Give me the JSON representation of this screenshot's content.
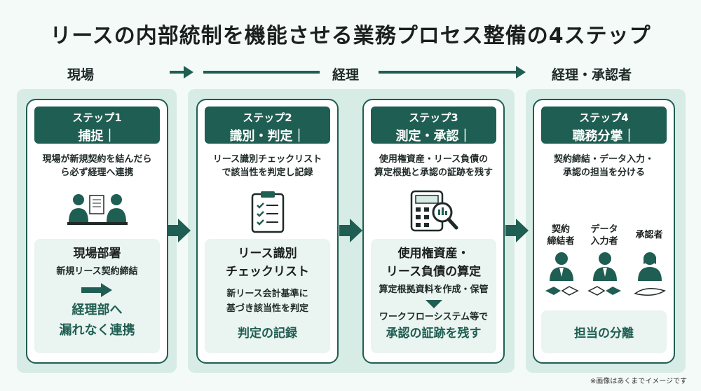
{
  "title": "リースの内部統制を機能させる業務プロセス整備の4ステップ",
  "phases": {
    "left": "現場",
    "middle": "経理",
    "right": "経理・承認者"
  },
  "steps": [
    {
      "number": "ステップ1",
      "name": "捕捉｜",
      "description": "現場が新規契約を結んだら\nら必ず経理へ連携",
      "icon": "meeting-icon",
      "inner_title": "現場部署",
      "inner_sub": "新規リース契約締結",
      "inner_accent": "経理部へ\n漏れなく連携"
    },
    {
      "number": "ステップ2",
      "name": "識別・判定｜",
      "description": "リース識別チェックリスト\nで該当性を判定し記録",
      "icon": "clipboard-checklist-icon",
      "inner_title": "リース識別\nチェックリスト",
      "inner_sub": "新リース会計基準に\n基づき該当性を判定",
      "inner_accent": "判定の記録"
    },
    {
      "number": "ステップ3",
      "name": "測定・承認｜",
      "description": "使用権資産・リース負債の\n算定根拠と承認の証跡を残す",
      "icon": "calculator-magnifier-icon",
      "inner_title": "使用権資産・\nリース負債の算定",
      "inner_sub": "算定根拠資料を作成・保管",
      "inner_sub2": "ワークフローシステム等で",
      "inner_accent": "承認の証跡を残す"
    },
    {
      "number": "ステップ4",
      "name": "職務分掌｜",
      "description": "契約締結・データ入力・\n承認の担当を分ける",
      "roles": [
        "契約\n締結者",
        "データ\n入力者",
        "承認者"
      ],
      "inner_accent": "担当の分離"
    }
  ],
  "footnote": "※画像はあくまでイメージです",
  "colors": {
    "primary": "#1f5e52",
    "zone": "#d7ece5",
    "inner": "#eaf4f0",
    "background": "#f3faf7"
  }
}
